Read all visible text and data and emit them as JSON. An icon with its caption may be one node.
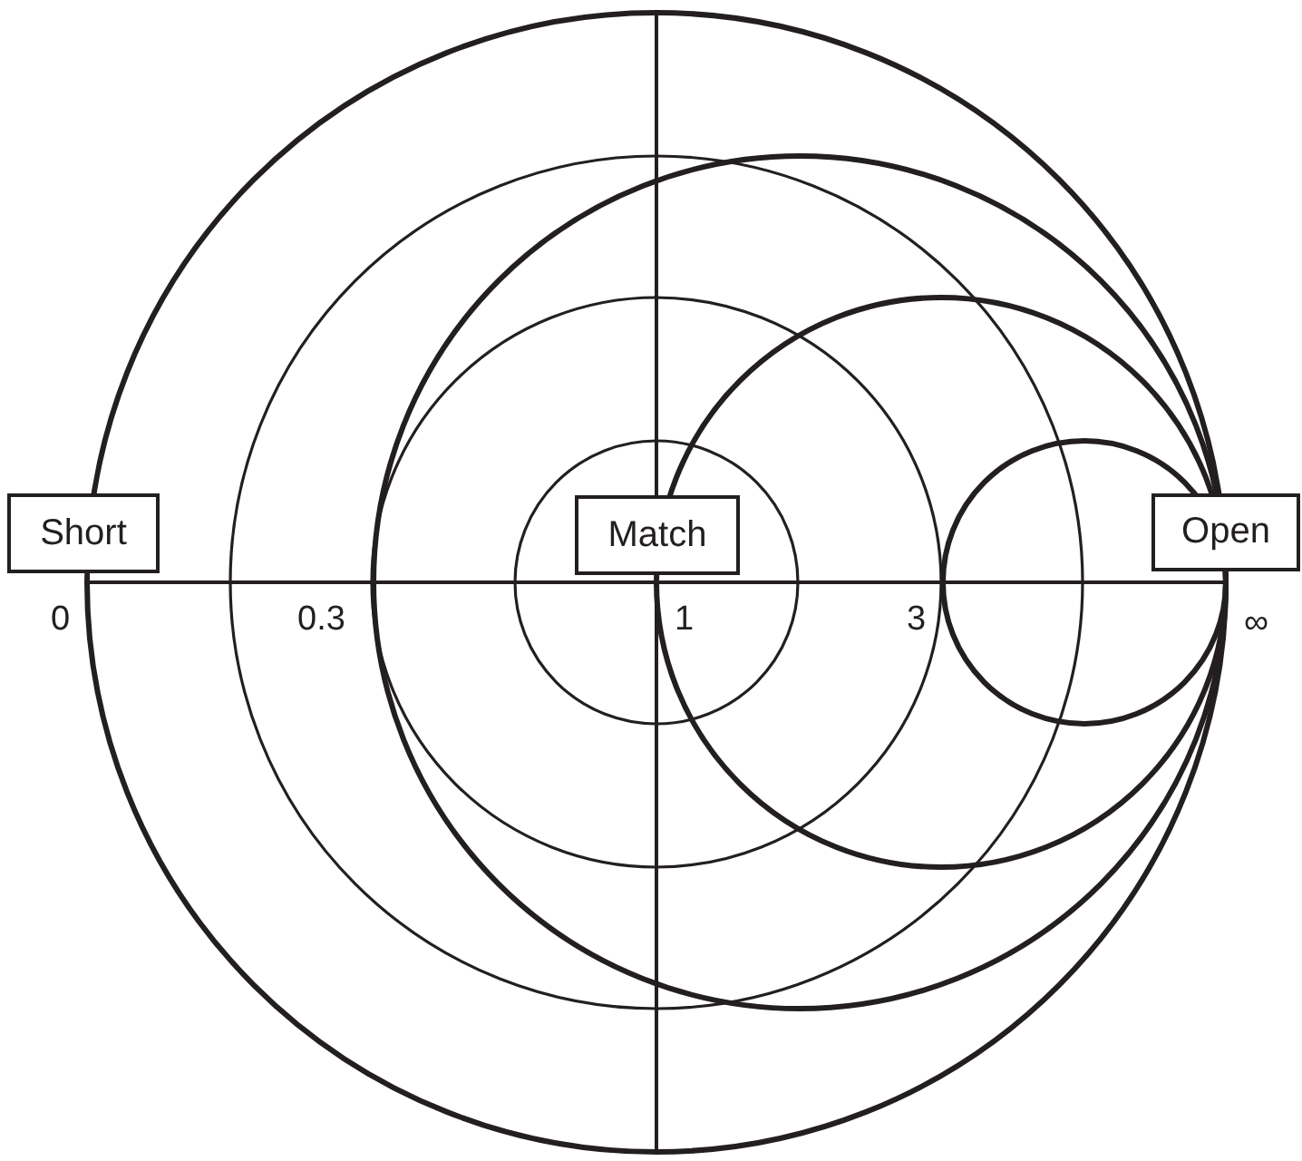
{
  "diagram": {
    "nodes": [
      {
        "text": [
          "Short"
        ]
      },
      {
        "text": [
          "Match"
        ]
      },
      {
        "text": [
          "Open"
        ]
      }
    ],
    "labels": [
      "0",
      "0.3",
      "1",
      "3",
      "∞"
    ]
  }
}
